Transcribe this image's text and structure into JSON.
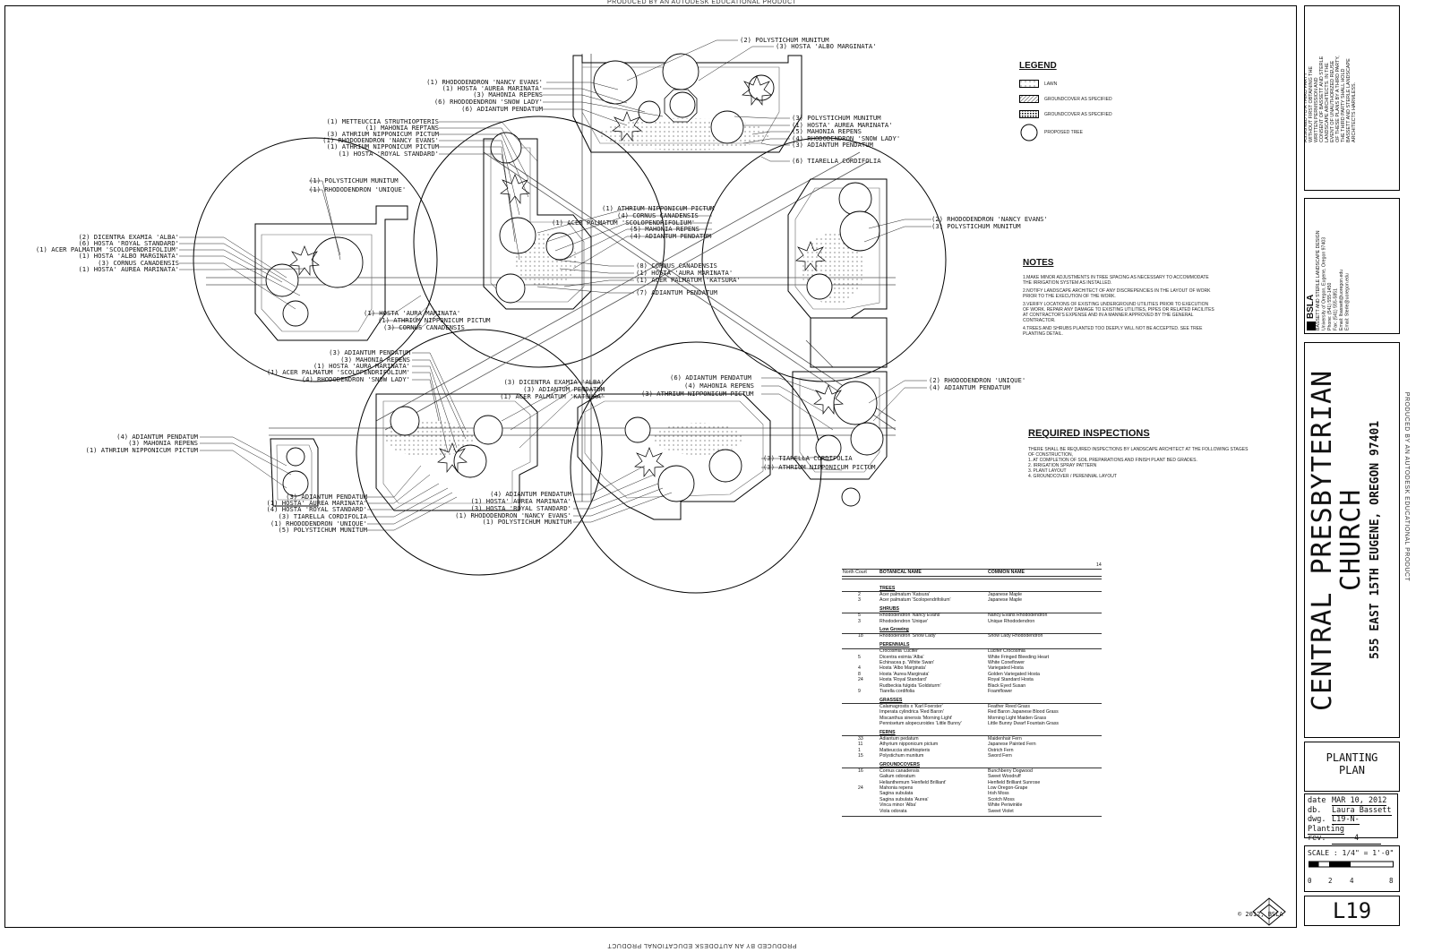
{
  "watermark": "PRODUCED BY AN AUTODESK EDUCATIONAL PRODUCT",
  "legend": {
    "title": "LEGEND",
    "items": [
      "LAWN",
      "GROUNDCOVER AS SPECIFIED",
      "GROUNDCOVER AS SPECIFIED",
      "PROPOSED TREE"
    ]
  },
  "notes": {
    "title": "NOTES",
    "items": [
      "1.MAKE MINOR ADJUSTMENTS IN TREE SPACING AS NECESSARY TO ACCOMMODATE THE IRRIGATION SYSTEM AS INSTALLED.",
      "2.NOTIFY LANDSCAPE ARCHITECT OF ANY DISCREPENCIES IN THE LAYOUT OF WORK PRIOR TO THE EXECUTION OF THE WORK.",
      "3.VERIFY LOCATIONS OF EXISTING UNDERGROUND UTILITIES PRIOR TO EXECUTION OF WORK. REPAIR ANY DAMAGE TO EXISTING UTILITIES, PIPES OR RELATED FACILITES AT CONTRACTOR'S EXPENSE AND IN A MANNER APPROVED BY THE GENERAL CONTRACTOR.",
      "4.TREES AND SHRUBS PLANTED TOO DEEPLY WILL NOT BE ACCEPTED. SEE TREE PLANTING DETAIL."
    ]
  },
  "inspections": {
    "title": "REQUIRED INSPECTIONS",
    "intro": "THERE SHALL BE REQUIRED INSPECTIONS BY LANDSCAPE ARCHITECT AT THE FOLLOWING STAGES OF CONSTRUCTION,",
    "items": [
      "1.   AT COMPLETION OF SOIL PREPARATIONS AND FINISH PLANT BED GRADES.",
      "2.   IRRIGATION SPRAY PATTERN",
      "3.   PLANT LAYOUT",
      "4.   GROUNDCOVER / PERENNIAL LAYOUT"
    ]
  },
  "plant_schedule": {
    "page_mark": "14",
    "headers": [
      "North Court",
      "BOTANICAL NAME",
      "COMMON NAME"
    ],
    "sections": [
      {
        "title": "TREES",
        "rows": [
          [
            "2",
            "Acer palmatum 'Katsura'",
            "Japanese Maple"
          ],
          [
            "3",
            "Acer palmatum 'Scolopendrifolium'",
            "Japanese Maple"
          ]
        ]
      },
      {
        "title": "SHRUBS",
        "rows": [
          [
            "5",
            "Rhododendron 'Nancy Evans'",
            "Nancy Evans Rhododendron"
          ],
          [
            "3",
            "Rhododendron 'Unique'",
            "Unique Rhododendron"
          ]
        ]
      },
      {
        "title": "Low Growing",
        "rows": [
          [
            "18",
            "Rhododendron 'Snow Lady'",
            "Snow Lady Rhododendron"
          ]
        ]
      },
      {
        "title": "PERENNIALS",
        "rows": [
          [
            "",
            "Crocosmia 'Lucifer'",
            "Lucifer Crocosmia"
          ],
          [
            "5",
            "Dicentra eximia 'Alba'",
            "White Fringed Bleeding Heart"
          ],
          [
            "",
            "Echinacea p. 'White Swan'",
            "White Coneflower"
          ],
          [
            "4",
            "Hosta 'Albo Marginata'",
            "Variegated Hosta"
          ],
          [
            "8",
            "Hosta 'Aurea Marginata'",
            "Golden Variegated Hosta"
          ],
          [
            "24",
            "Hosta 'Royal Standard'",
            "Royal Standard Hosta"
          ],
          [
            "",
            "Rudbeckia fulgida 'Goldsturm'",
            "Black Eyed Susan"
          ],
          [
            "9",
            "Tiarella cordifolia",
            "Foamflower"
          ]
        ]
      },
      {
        "title": "GRASSES",
        "rows": [
          [
            "",
            "Calamagrostis x 'Karl Foerster'",
            "Feather Reed Grass"
          ],
          [
            "",
            "Imperata cylindrica 'Red Baron'",
            "Red Baron Japanese Blood Grass"
          ],
          [
            "",
            "Miscanthus sinensis 'Morning Light'",
            "Morning Light Maiden Grass"
          ],
          [
            "",
            "Pennisetum alopecuroides 'Little Bunny'",
            "Little Bunny Dwarf Fountain Grass"
          ]
        ]
      },
      {
        "title": "FERNS",
        "rows": [
          [
            "33",
            "Adiantum pedatum",
            "Maidenhair Fern"
          ],
          [
            "11",
            "Athyrium nipponicum pictum",
            "Japanese Painted Fern"
          ],
          [
            "1",
            "Matteuccia struthiopteris",
            "Ostrich Fern"
          ],
          [
            "15",
            "Polystichum munitum",
            "Sword Fern"
          ]
        ]
      },
      {
        "title": "GROUNDCOVERS",
        "rows": [
          [
            "16",
            "Cornus canadensis",
            "Bunchberry Dogwood"
          ],
          [
            "",
            "Galium odoratum",
            "Sweet Woodruff"
          ],
          [
            "",
            "Helianthemum 'Henfield Brilliant'",
            "Henfield Brilliant Sunrose"
          ],
          [
            "24",
            "Mahonia repens",
            "Low Oregon-Grape"
          ],
          [
            "",
            "Sagina subulata",
            "Irish Moss"
          ],
          [
            "",
            "Sagina subulata 'Aurea'",
            "Scotch Moss"
          ],
          [
            "",
            "Vinca minor 'Alba'",
            "White Periwinkle"
          ],
          [
            "",
            "Viola odorata",
            "Sweet Violet"
          ]
        ]
      }
    ]
  },
  "callouts": [
    {
      "t": "(2) POLYSTICHUM MUNITUM"
    },
    {
      "t": "(3) HOSTA 'ALBO MARGINATA'"
    },
    {
      "t": "(1) RHODODENDRON 'NANCY EVANS'"
    },
    {
      "t": "(1) HOSTA 'AUREA MARINATA'"
    },
    {
      "t": "(3) MAHONIA REPENS"
    },
    {
      "t": "(6) RHODODENDRON 'SNOW LADY'"
    },
    {
      "t": "(6) ADIANTUM PENDATUM"
    },
    {
      "t": "(1) METTEUCCIA STRUTHIOPTERIS"
    },
    {
      "t": "(1) MAHONIA REPTANS"
    },
    {
      "t": "(3) ATHRIUM NIPPONICUM PICTUM"
    },
    {
      "t": "(1) RHODODENDRON 'NANCY EVANS'"
    },
    {
      "t": "(1) ATHRIUM NIPPONICUM PICTUM"
    },
    {
      "t": "(1) HOSTA 'ROYAL STANDARD'"
    },
    {
      "t": "(3) POLYSTICHUM MUNITUM"
    },
    {
      "t": "(1) HOSTA' AUREA MARINATA'"
    },
    {
      "t": "(5) MAHONIA REPENS"
    },
    {
      "t": "(4) RHODODENDRON 'SNOW LADY'"
    },
    {
      "t": "(3) ADIANTUM PENDATUM"
    },
    {
      "t": "(6) TIARELLA CORDIFOLIA"
    },
    {
      "t": "(1) POLYSTICHUM MUNITUM"
    },
    {
      "t": "(1) RHODODENDRON 'UNIQUE'"
    },
    {
      "t": "(2) DICENTRA EXAMIA 'ALBA'"
    },
    {
      "t": "(6) HOSTA 'ROYAL STANDARD'"
    },
    {
      "t": "(1) ACER PALMATUM 'SCOLOPENDRIFOLIUM'"
    },
    {
      "t": "(1) HOSTA 'ALBO MARGINATA'"
    },
    {
      "t": "(3) CORNUS CANADENSIS"
    },
    {
      "t": "(1) HOSTA' AUREA MARINATA'"
    },
    {
      "t": "(1) ATHRIUM NIPPONICUM PICTUM"
    },
    {
      "t": "(4) CORNUS CANADENSIS"
    },
    {
      "t": "(1) ACER PALMATUM 'SCOLOPENDRIFOLIUM'"
    },
    {
      "t": "(5) MAHONIA REPENS"
    },
    {
      "t": "(4) ADIANTUM PENDATUM"
    },
    {
      "t": "(2) RHODODENDRON 'NANCY EVANS'"
    },
    {
      "t": "(3) POLYSTICHUM MUNITUM"
    },
    {
      "t": "(8) CORNUS CANADENSIS"
    },
    {
      "t": "(1) HOSTA 'AURA MARINATA'"
    },
    {
      "t": "(1) ACER PALMATUM 'KATSURA'"
    },
    {
      "t": "(7) ADIANTUM PENDATUM"
    },
    {
      "t": "(1) HOSTA 'AURA MARINATA'"
    },
    {
      "t": "(1) ATHRIUM NIPPONICUM PICTUM"
    },
    {
      "t": "(3) CORNUS CANADENSIS"
    },
    {
      "t": "(3) ADIANTUM PENDATUM"
    },
    {
      "t": "(3) MAHONIA REPENS"
    },
    {
      "t": "(1) HOSTA 'AURA MARINATA'"
    },
    {
      "t": "(1) ACER PALMATUM 'SCOLOPENDRIFOLIUM'"
    },
    {
      "t": "(4) RHODODENDRON 'SNOW LADY'"
    },
    {
      "t": "(3) DICENTRA EXAMIA 'ALBA'"
    },
    {
      "t": "(3) ADIANTUM PENDATUM"
    },
    {
      "t": "(1) ACER PALMATUM 'KATSURA'"
    },
    {
      "t": "(6) ADIANTUM PENDATUM"
    },
    {
      "t": "(4) MAHONIA REPENS"
    },
    {
      "t": "(3) ATHRIUM NIPPONICUM PICTUM"
    },
    {
      "t": "(2) RHODODENDRON 'UNIQUE'"
    },
    {
      "t": "(4) ADIANTUM PENDATUM"
    },
    {
      "t": "(4) ADIANTUM PENDATUM"
    },
    {
      "t": "(3) MAHONIA REPENS"
    },
    {
      "t": "(1) ATHRIUM NIPPONICUM PICTUM"
    },
    {
      "t": "(3) TIARELLA CORDIFOLIA"
    },
    {
      "t": "(3) ATHRIUM NIPPONICUM PICTUM"
    },
    {
      "t": "(3) ADIANTUM PENDATUM"
    },
    {
      "t": "(1) HOSTA' AUREA MARINATA'"
    },
    {
      "t": "(4) HOSTA 'ROYAL STANDARD'"
    },
    {
      "t": "(3) TIARELLA CORDIFOLIA"
    },
    {
      "t": "(1) RHODODENDRON 'UNIQUE'"
    },
    {
      "t": "(5) POLYSTICHUM MUNITUM"
    },
    {
      "t": "(4) ADIANTUM PENDATUM"
    },
    {
      "t": "(1) HOSTA' AUREA MARINATA'"
    },
    {
      "t": "(3) HOSTA 'ROYAL STANDARD'"
    },
    {
      "t": "(1) RHODODENDRON 'NANCY EVANS'"
    },
    {
      "t": "(1) POLYSTICHUM MUNITUM"
    }
  ],
  "title_block": {
    "copyright": "BASSETT AND STERLE LANDSCAPE ARCHITECTS EXPRESSLY RESERVES ITS COMMON LAW COPYRIGHT AND OTHER PROPERTY RIGHTS IN THESE PLANS. THESE PLANS ARE NOT TO BE REPRODUCED, CHANGED OR COPIED IN ANY FORM OR MANNER WHATSOEVER NOR ARE THEY TO BE ASSIGNED TO A THIRD PARTY WITHOUT FIRST OBTAINING THE WRITTEN PERMISSION AND CONSENT OF BASSETT AND STERLE LANDSCAPE ARCHITECTS. IN THE EVENT OF UNAUTHORIZED REUSE OF THESE PLANS BY A THIRD PARTY, THE THIRD PARTY SHALL HOLD BASSETT AND STERLE LANDSCAPE ARCHITECTS HARMLESS.",
    "firm_logo": "BSLA",
    "firm_name": "BASSETT AND STERLE LANDSCAPE DESIGN",
    "firm_lines": [
      "University of Oregon, Eugene, Oregon 97403",
      "Phone:    (541) 555-1450",
      "Fax:        (541) 555-5851",
      "Email:     lbassett@uoregon.edu",
      "Email:     Sterle@uoregon.edu"
    ],
    "project_name_1": "CENTRAL PRESBYTERIAN",
    "project_name_2": "CHURCH",
    "address": "555 EAST 15TH EUGENE, OREGON 97401",
    "sheet_title_1": "PLANTING",
    "sheet_title_2": "PLAN",
    "date_label": "date",
    "date_value": "MAR 10, 2012",
    "db_label": "db.",
    "db_value": "Laura Bassett",
    "dwg_label": "dwg.",
    "dwg_value": "L19-N-Planting",
    "rev_label": "rev.",
    "rev_value": "4",
    "scale_text": "SCALE : 1/4\" = 1'-0\"",
    "scale_ticks": [
      "0",
      "2",
      "4",
      "8"
    ],
    "sheet_number": "L19",
    "copyright_small": "© 2012, BSLA"
  }
}
